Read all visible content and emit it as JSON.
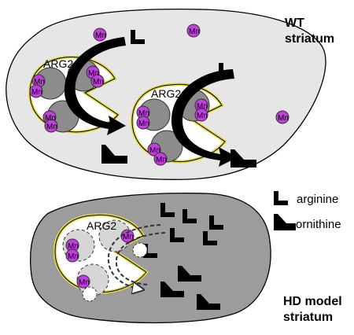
{
  "panels": {
    "wt": {
      "title_line1": "WT",
      "title_line2": "striatum"
    },
    "hd": {
      "title_line1": "HD model",
      "title_line2": "striatum"
    }
  },
  "enzyme_label": "ARG2",
  "ion_label": "Mn",
  "legend": {
    "arginine": "arginine",
    "ornithine": "ornithine"
  },
  "colors": {
    "wt_cell_fill": "#e6e6e6",
    "hd_cell_fill": "#9c9c9c",
    "enzyme_outline": "#e3d94b",
    "subunit_fill": "#8c8c8c",
    "mn_fill": "#c23ee0",
    "arrow_fill": "#000000"
  }
}
